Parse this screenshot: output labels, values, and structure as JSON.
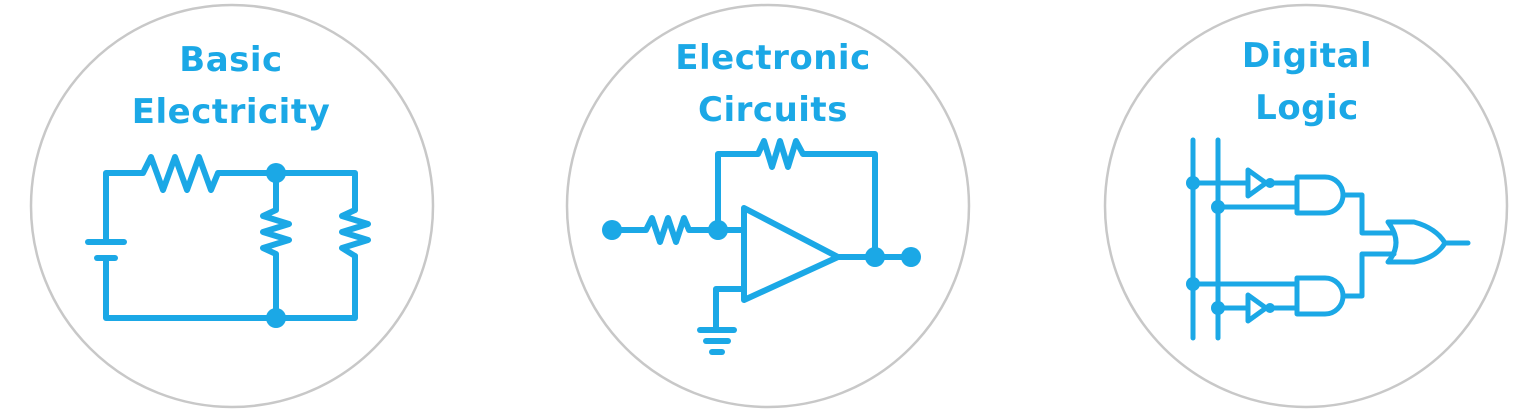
{
  "colors": {
    "accent": "#1ba8e6",
    "circle_border": "#c8c8c8",
    "background": "#ffffff"
  },
  "panels": [
    {
      "title_lines": [
        "Basic",
        "Electricity"
      ],
      "icon": "resistor-network-schematic-icon"
    },
    {
      "title_lines": [
        "Electronic",
        "Circuits"
      ],
      "icon": "op-amp-schematic-icon"
    },
    {
      "title_lines": [
        "Digital",
        "Logic"
      ],
      "icon": "logic-gates-schematic-icon"
    }
  ]
}
